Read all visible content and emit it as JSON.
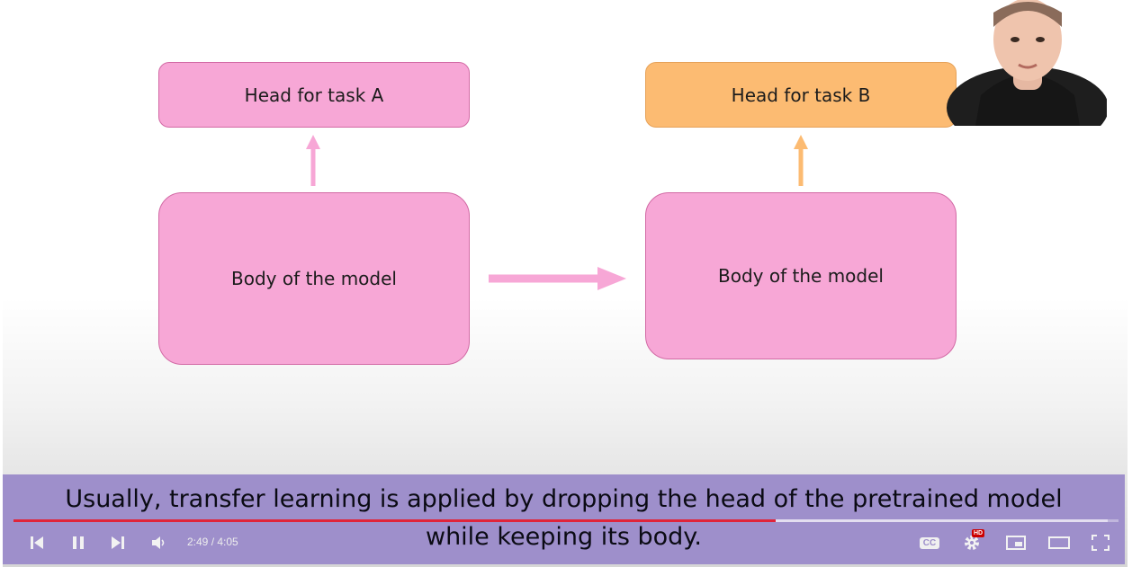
{
  "slide": {
    "head_a": "Head for task A",
    "head_b": "Head for task B",
    "body_a": "Body of the model",
    "body_b": "Body of the model"
  },
  "caption": {
    "line1": "Usually, transfer learning is applied by dropping the head of the pretrained model",
    "line2": "while keeping its body."
  },
  "player": {
    "time_current": "2:49",
    "time_total": "4:05",
    "time_display": "2:49 / 4:05",
    "progress_fraction": 0.69,
    "loaded_fraction": 0.99,
    "hd_badge": "HD",
    "cc_label": "CC"
  },
  "colors": {
    "pink_box": "#f7a7d6",
    "orange_box": "#fcbb72",
    "caption_bg": "#9e8fcb",
    "progress_red": "#e0243a"
  },
  "icons": [
    "previous-icon",
    "pause-icon",
    "next-icon",
    "volume-icon",
    "subtitles-icon",
    "settings-icon",
    "miniplayer-icon",
    "theater-mode-icon",
    "fullscreen-icon"
  ]
}
